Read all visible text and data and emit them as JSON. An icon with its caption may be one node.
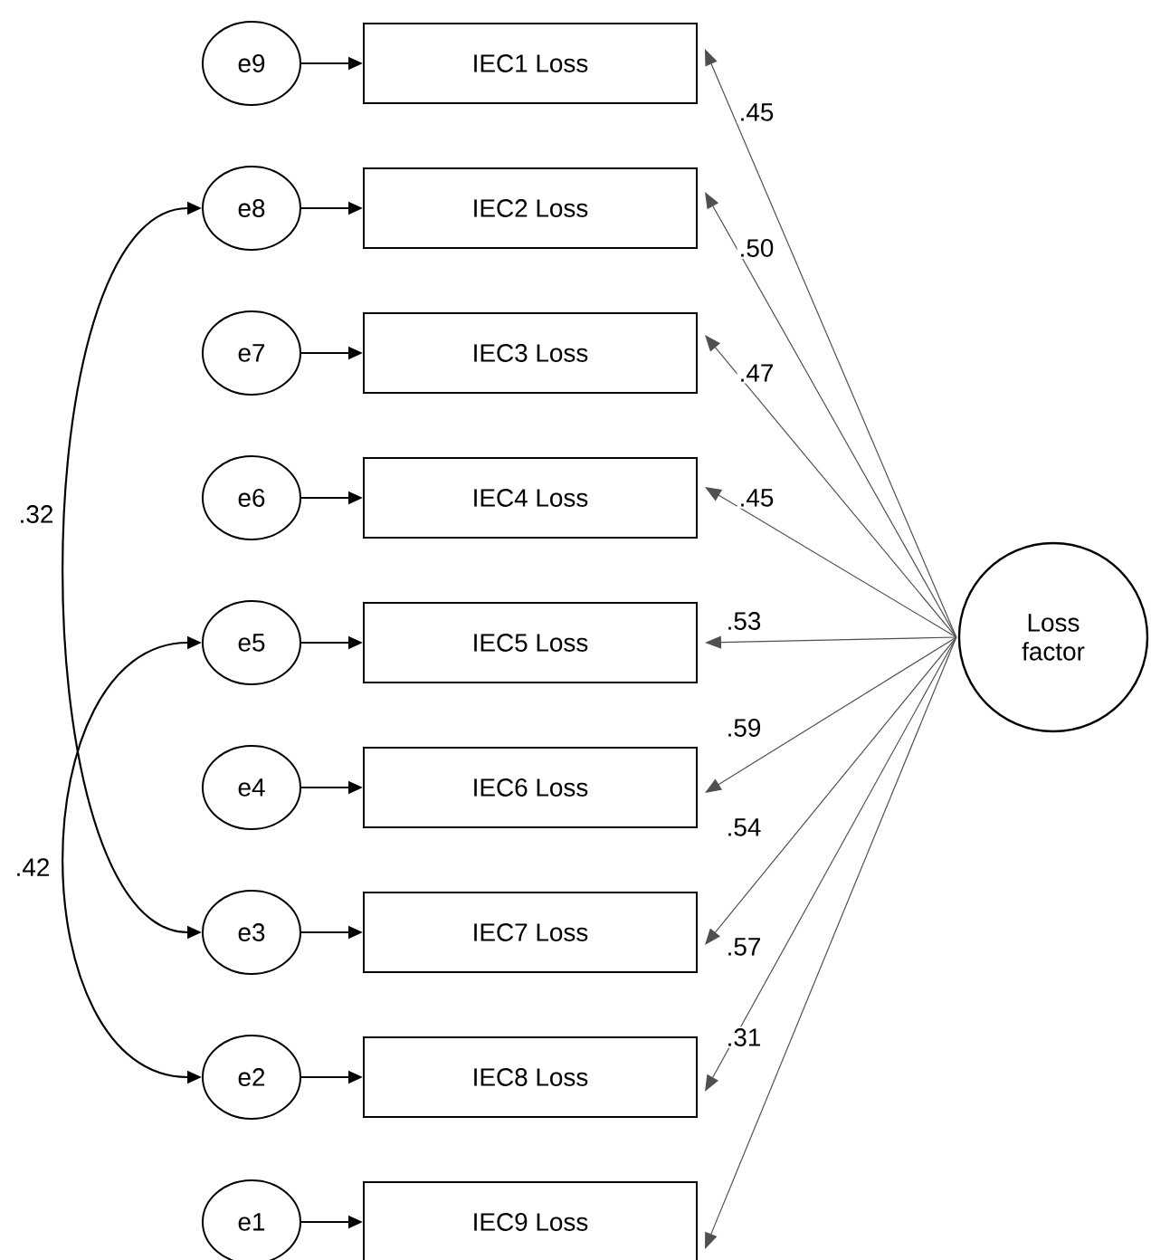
{
  "diagram": {
    "nodes": [
      {
        "text": [
          "e9"
        ]
      },
      {
        "text": [
          "IEC1 Loss"
        ]
      },
      {
        "text": [
          "e8"
        ]
      },
      {
        "text": [
          "IEC2 Loss"
        ]
      },
      {
        "text": [
          "e7"
        ]
      },
      {
        "text": [
          "IEC3 Loss"
        ]
      },
      {
        "text": [
          "e6"
        ]
      },
      {
        "text": [
          "IEC4 Loss"
        ]
      },
      {
        "text": [
          "e5"
        ]
      },
      {
        "text": [
          "IEC5 Loss"
        ]
      },
      {
        "text": [
          "e4"
        ]
      },
      {
        "text": [
          "IEC6 Loss"
        ]
      },
      {
        "text": [
          "e3"
        ]
      },
      {
        "text": [
          "IEC7 Loss"
        ]
      },
      {
        "text": [
          "e2"
        ]
      },
      {
        "text": [
          "IEC8 Loss"
        ]
      },
      {
        "text": [
          "e1"
        ]
      },
      {
        "text": [
          "IEC9 Loss"
        ]
      },
      {
        "text": [
          "Loss factor"
        ]
      }
    ],
    "edges": [
      {
        "from": 0,
        "to": 1,
        "arrow": "to"
      },
      {
        "from": 2,
        "to": 3,
        "arrow": "to"
      },
      {
        "from": 4,
        "to": 5,
        "arrow": "to"
      },
      {
        "from": 6,
        "to": 7,
        "arrow": "to"
      },
      {
        "from": 8,
        "to": 9,
        "arrow": "to"
      },
      {
        "from": 10,
        "to": 11,
        "arrow": "to"
      },
      {
        "from": 12,
        "to": 13,
        "arrow": "to"
      },
      {
        "from": 14,
        "to": 15,
        "arrow": "to"
      },
      {
        "from": 16,
        "to": 17,
        "arrow": "to"
      },
      {
        "from": 18,
        "to": 1,
        "arrow": "to",
        "label": ".45",
        "color": "#505050"
      },
      {
        "from": 18,
        "to": 3,
        "arrow": "to",
        "label": ".50",
        "color": "#505050"
      },
      {
        "from": 18,
        "to": 5,
        "arrow": "to",
        "label": ".47",
        "color": "#505050"
      },
      {
        "from": 18,
        "to": 7,
        "arrow": "to",
        "label": ".45",
        "color": "#505050"
      },
      {
        "from": 18,
        "to": 9,
        "arrow": "to",
        "label": ".53",
        "color": "#505050"
      },
      {
        "from": 18,
        "to": 11,
        "arrow": "to",
        "label": ".59",
        "color": "#505050"
      },
      {
        "from": 18,
        "to": 13,
        "arrow": "to",
        "label": ".54",
        "color": "#505050"
      },
      {
        "from": 18,
        "to": 15,
        "arrow": "to",
        "label": ".57",
        "color": "#505050"
      },
      {
        "from": 18,
        "to": 17,
        "arrow": "to",
        "label": ".31",
        "color": "#505050"
      },
      {
        "from": 2,
        "to": 12,
        "arrow": "both",
        "label": ".32"
      },
      {
        "from": 8,
        "to": 14,
        "arrow": "both",
        "label": ".42"
      }
    ]
  }
}
